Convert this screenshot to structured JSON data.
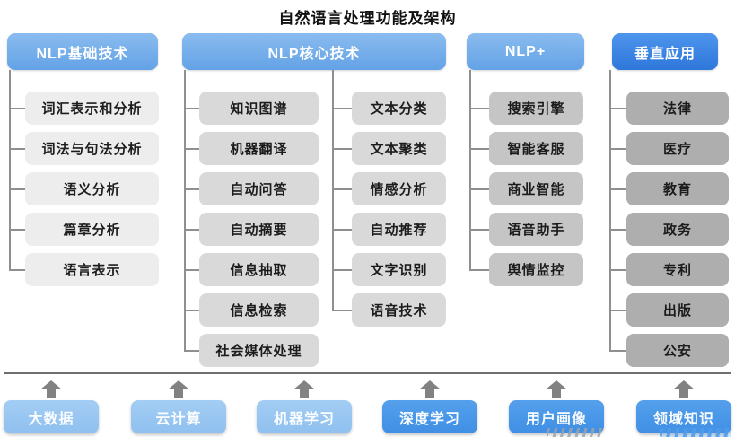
{
  "title": "自然语言处理功能及架构",
  "colors": {
    "header_blue": "#6FA9E9",
    "header_dark_blue": "#3B84E2",
    "node_gray_level1": "#EDEDED",
    "node_gray_level2": "#D9D9D9",
    "node_gray_level3": "#C5C5C5",
    "node_gray_level4": "#AEAEAE",
    "connector_gray": "#8F8F8F",
    "arrow_gray": "#828282",
    "foundation_light_blue": "#9AC7F2",
    "foundation_dark_blue": "#4E9CEA"
  },
  "columns": [
    {
      "header": "NLP基础技术",
      "items": [
        "词汇表示和分析",
        "词法与句法分析",
        "语义分析",
        "篇章分析",
        "语言表示"
      ]
    },
    {
      "header": "NLP核心技术",
      "sub_columns": [
        {
          "items": [
            "知识图谱",
            "机器翻译",
            "自动问答",
            "自动摘要",
            "信息抽取",
            "信息检索",
            "社会媒体处理"
          ]
        },
        {
          "items": [
            "文本分类",
            "文本聚类",
            "情感分析",
            "自动推荐",
            "文字识别",
            "语音技术"
          ]
        }
      ]
    },
    {
      "header": "NLP+",
      "items": [
        "搜索引擎",
        "智能客服",
        "商业智能",
        "语音助手",
        "舆情监控"
      ]
    },
    {
      "header": "垂直应用",
      "items": [
        "法律",
        "医疗",
        "教育",
        "政务",
        "专利",
        "出版",
        "公安"
      ]
    }
  ],
  "foundation": {
    "items": [
      "大数据",
      "云计算",
      "机器学习",
      "深度学习",
      "用户画像",
      "领域知识"
    ]
  }
}
